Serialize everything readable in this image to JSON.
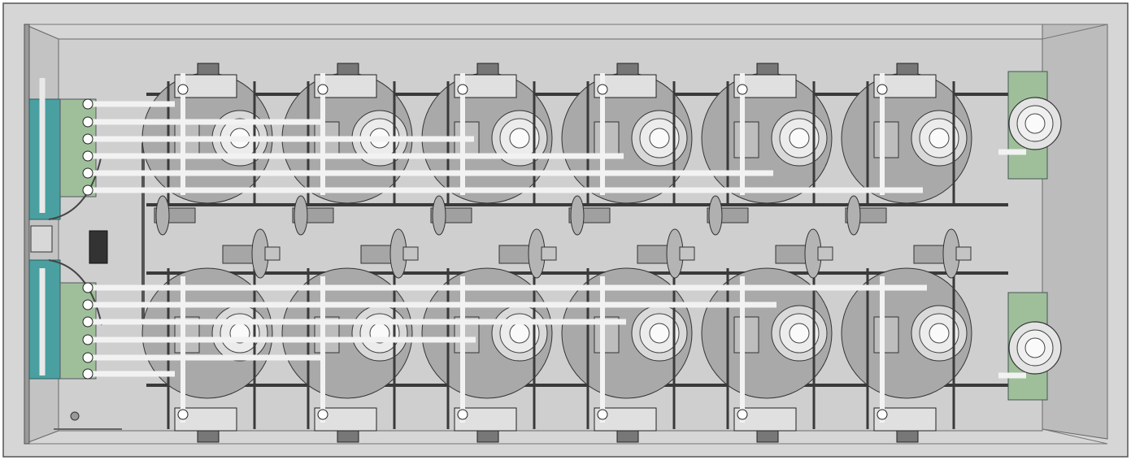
{
  "diagram": {
    "view": "top-down",
    "colors": {
      "floor": "#c9c9c9",
      "wall_outer": "#d6d6d6",
      "wall_side": "#b9b9b9",
      "manifold_teal": "#4aa0a0",
      "motor_green": "#9fbf9a",
      "pipe_white": "#f2f2f2",
      "frame_dark": "#3a3a3a",
      "unit_grey": "#a9a9a9",
      "unit_light": "#d9d9d9"
    },
    "rows": [
      {
        "position": "top",
        "unit_count": 6
      },
      {
        "position": "bottom",
        "unit_count": 6
      }
    ],
    "center_valves": {
      "count": 6
    },
    "end_motors": {
      "count": 2
    }
  }
}
